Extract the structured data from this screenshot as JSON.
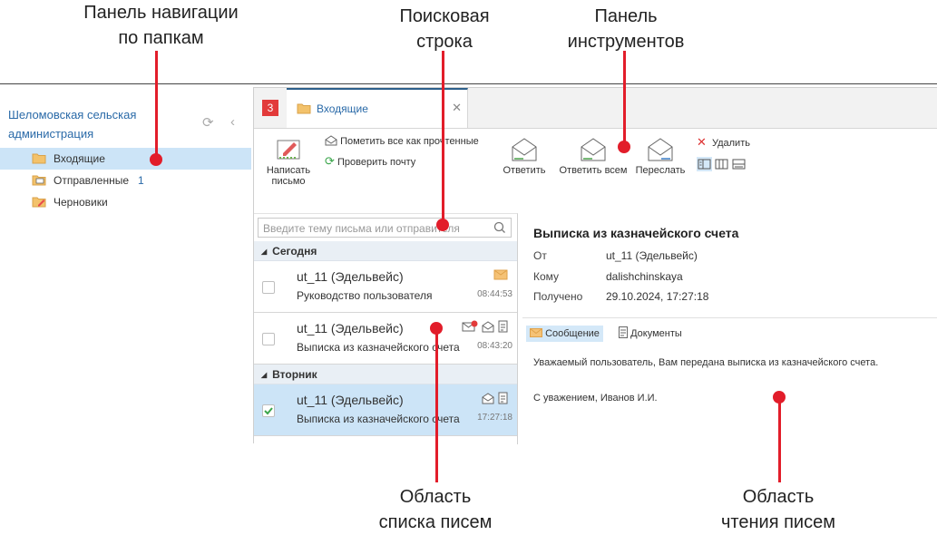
{
  "callouts": {
    "nav_panel": [
      "Панель навигации",
      "по папкам"
    ],
    "search_bar": [
      "Поисковая",
      "строка"
    ],
    "toolbar": [
      "Панель",
      "инструментов"
    ],
    "list_area": [
      "Область",
      "списка писем"
    ],
    "reading_area": [
      "Область",
      "чтения писем"
    ]
  },
  "nav": {
    "org_name": "Шеломовская сельская администрация",
    "items": [
      {
        "label": "Входящие",
        "count": "",
        "selected": true
      },
      {
        "label": "Отправленные",
        "count": "1",
        "selected": false
      },
      {
        "label": "Черновики",
        "count": "",
        "selected": false
      }
    ]
  },
  "tabs": {
    "badge": "3",
    "active_label": "Входящие"
  },
  "toolbar": {
    "compose": [
      "Написать",
      "письмо"
    ],
    "mark_all_read": "Пометить все как прочтенные",
    "check_mail": "Проверить почту",
    "reply": "Ответить",
    "reply_all": "Ответить всем",
    "forward": "Переслать",
    "delete": "Удалить"
  },
  "search": {
    "placeholder": "Введите тему письма или отправителя"
  },
  "list": {
    "groups": [
      "Сегодня",
      "Вторник"
    ],
    "messages": [
      {
        "from": "ut_11 (Эдельвейс)",
        "subject": "Руководство пользователя",
        "time": "08:44:53",
        "checked": false,
        "selected": false
      },
      {
        "from": "ut_11 (Эдельвейс)",
        "subject": "Выписка из казначейского счета",
        "time": "08:43:20",
        "checked": false,
        "selected": false
      },
      {
        "from": "ut_11 (Эдельвейс)",
        "subject": "Выписка из казначейского счета",
        "time": "17:27:18",
        "checked": true,
        "selected": true
      }
    ]
  },
  "reader": {
    "title": "Выписка из казначейского счета",
    "from_label": "От",
    "from_value": "ut_11 (Эдельвейс)",
    "to_label": "Кому",
    "to_value": "dalishchinskaya",
    "received_label": "Получено",
    "received_value": "29.10.2024, 17:27:18",
    "tab_message": "Сообщение",
    "tab_documents": "Документы",
    "body_line1": "Уважаемый пользователь, Вам передана выписка из казначейского счета.",
    "body_line2": "С уважением, Иванов И.И."
  },
  "colors": {
    "accent": "#2a6aa8",
    "marker": "#e21d2a",
    "selection": "#cce4f7",
    "badge": "#e23a3a"
  }
}
